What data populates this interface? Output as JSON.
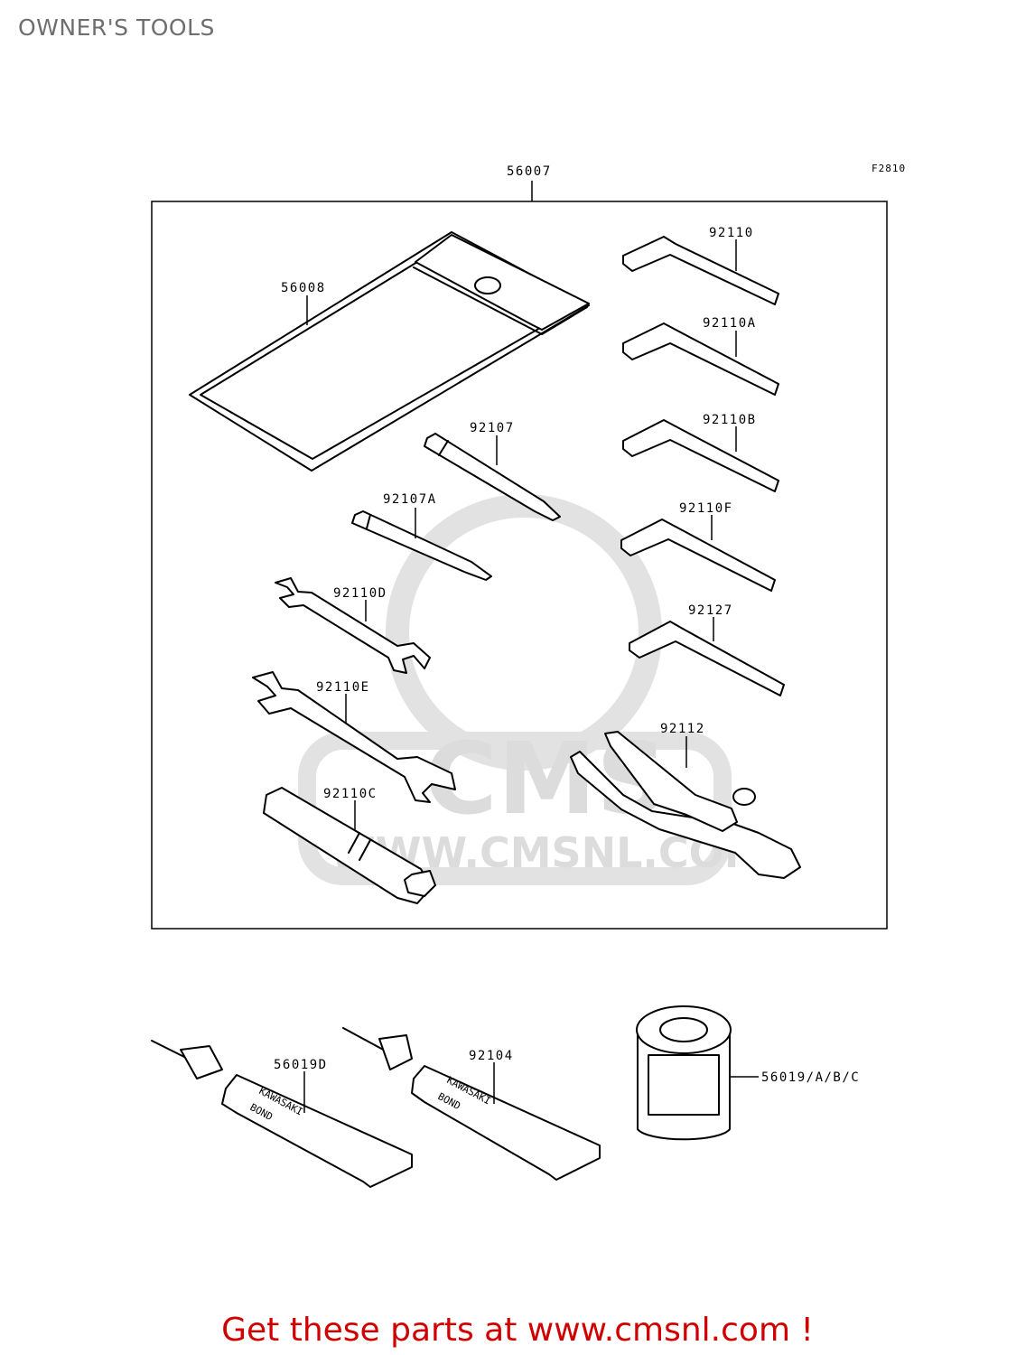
{
  "page": {
    "title": "OWNER'S TOOLS",
    "figure_code": "F2810",
    "cta": "Get these parts at www.cmsnl.com !"
  },
  "watermark": {
    "brand": "CMS",
    "url": "WWW.CMSNL.COM"
  },
  "parts": {
    "kit": "56007",
    "pouch": "56008",
    "hex_key_1": "92110",
    "hex_key_2": "92110A",
    "hex_key_3": "92110B",
    "hex_key_4": "92110F",
    "hex_key_5": "92127",
    "screwdriver_1": "92107",
    "screwdriver_2": "92107A",
    "wrench_1": "92110D",
    "wrench_2": "92110E",
    "plug_wrench": "92110C",
    "pliers": "92112",
    "bond_1": "56019D",
    "bond_2": "92104",
    "oil_filter": "56019/A/B/C"
  },
  "tube_print": {
    "line1": "KAWASAKI",
    "line2": "BOND"
  },
  "colors": {
    "title": "#6e6e6e",
    "cta": "#d10000",
    "watermark": "#dcdcdc",
    "line": "#000000"
  }
}
